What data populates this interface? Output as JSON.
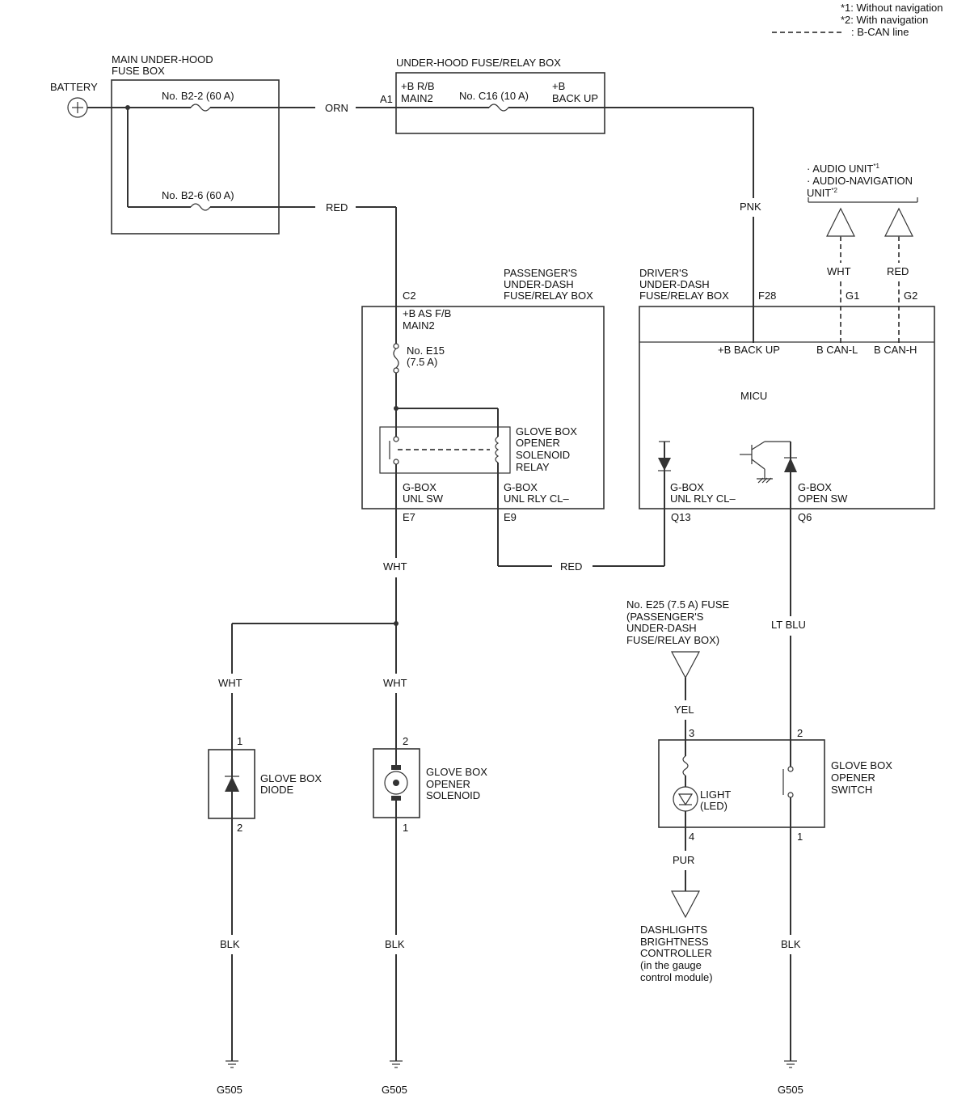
{
  "notes": {
    "n1": "*1:  Without navigation",
    "n2": "*2:  With navigation",
    "n3": ": B-CAN line"
  },
  "battery": {
    "label": "BATTERY"
  },
  "main_fuse_box": {
    "title1": "MAIN UNDER-HOOD",
    "title2": "FUSE BOX",
    "fuse1": "No. B2-2 (60 A)",
    "fuse2": "No. B2-6 (60 A)"
  },
  "relay_box": {
    "title": "UNDER-HOOD FUSE/RELAY BOX",
    "term_a1": "A1",
    "main2_1": "+B R/B",
    "main2_2": "MAIN2",
    "fuse": "No. C16 (10 A)",
    "backup1": "+B",
    "backup2": "BACK UP"
  },
  "audio": {
    "line1": "· AUDIO UNIT",
    "sup1": "*1",
    "line2": "· AUDIO-NAVIGATION",
    "line3": "UNIT",
    "sup2": "*2"
  },
  "pass_box": {
    "title1": "PASSENGER'S",
    "title2": "UNDER-DASH",
    "title3": "FUSE/RELAY BOX",
    "term_c2": "C2",
    "main2_1": "+B AS F/B",
    "main2_2": "MAIN2",
    "fuse1": "No. E15",
    "fuse2": "(7.5 A)",
    "relay1": "GLOVE BOX",
    "relay2": "OPENER",
    "relay3": "SOLENOID",
    "relay4": "RELAY",
    "unl_sw1": "G-BOX",
    "unl_sw2": "UNL SW",
    "unl_rly1": "G-BOX",
    "unl_rly2": "UNL RLY CL–",
    "term_e7": "E7",
    "term_e9": "E9"
  },
  "driver_box": {
    "title1": "DRIVER'S",
    "title2": "UNDER-DASH",
    "title3": "FUSE/RELAY BOX",
    "term_f28": "F28",
    "term_g1": "G1",
    "term_g2": "G2",
    "backup": "+B BACK UP",
    "can_l": "B CAN-L",
    "can_h": "B CAN-H",
    "micu": "MICU",
    "unl_rly1": "G-BOX",
    "unl_rly2": "UNL RLY CL–",
    "open_sw1": "G-BOX",
    "open_sw2": "OPEN SW",
    "term_q13": "Q13",
    "term_q6": "Q6"
  },
  "wires": {
    "orn": "ORN",
    "red1": "RED",
    "pnk": "PNK",
    "wht_can": "WHT",
    "red_can": "RED",
    "wht_e7": "WHT",
    "red_e9": "RED",
    "wht_diode": "WHT",
    "wht_sol": "WHT",
    "ltblu": "LT BLU",
    "yel": "YEL",
    "pur": "PUR",
    "blk1": "BLK",
    "blk2": "BLK",
    "blk3": "BLK"
  },
  "e25_fuse": {
    "line1": "No. E25 (7.5 A) FUSE",
    "line2": "(PASSENGER'S",
    "line3": "UNDER-DASH",
    "line4": "FUSE/RELAY BOX)"
  },
  "diode": {
    "label1": "GLOVE BOX",
    "label2": "DIODE",
    "pin1": "1",
    "pin2": "2"
  },
  "solenoid": {
    "label1": "GLOVE BOX",
    "label2": "OPENER",
    "label3": "SOLENOID",
    "pin1": "2",
    "pin2": "1"
  },
  "switch": {
    "label1": "GLOVE BOX",
    "label2": "OPENER",
    "label3": "SWITCH",
    "light1": "LIGHT",
    "light2": "(LED)",
    "pin3": "3",
    "pin2": "2",
    "pin4": "4",
    "pin1": "1"
  },
  "dashlights": {
    "line1": "DASHLIGHTS",
    "line2": "BRIGHTNESS",
    "line3": "CONTROLLER",
    "line4": "(in the gauge",
    "line5": "control module)"
  },
  "grounds": {
    "g1": "G505",
    "g2": "G505",
    "g3": "G505"
  }
}
